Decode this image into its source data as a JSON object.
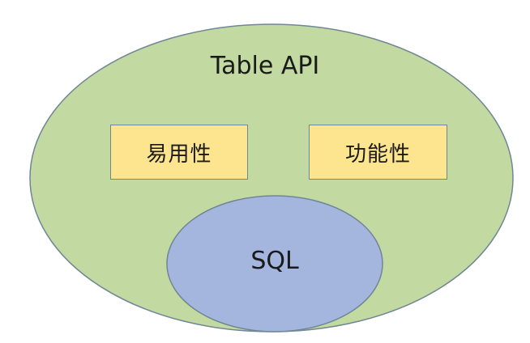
{
  "diagram": {
    "outer": {
      "label": "Table API",
      "fill": "#c3d9a2",
      "stroke": "#6f8794"
    },
    "boxes": [
      {
        "label": "易用性",
        "fill": "#fde58f",
        "stroke": "#6f8794"
      },
      {
        "label": "功能性",
        "fill": "#fde58f",
        "stroke": "#6f8794"
      }
    ],
    "inner": {
      "label": "SQL",
      "fill": "#a4b6de",
      "stroke": "#6f8794"
    }
  }
}
